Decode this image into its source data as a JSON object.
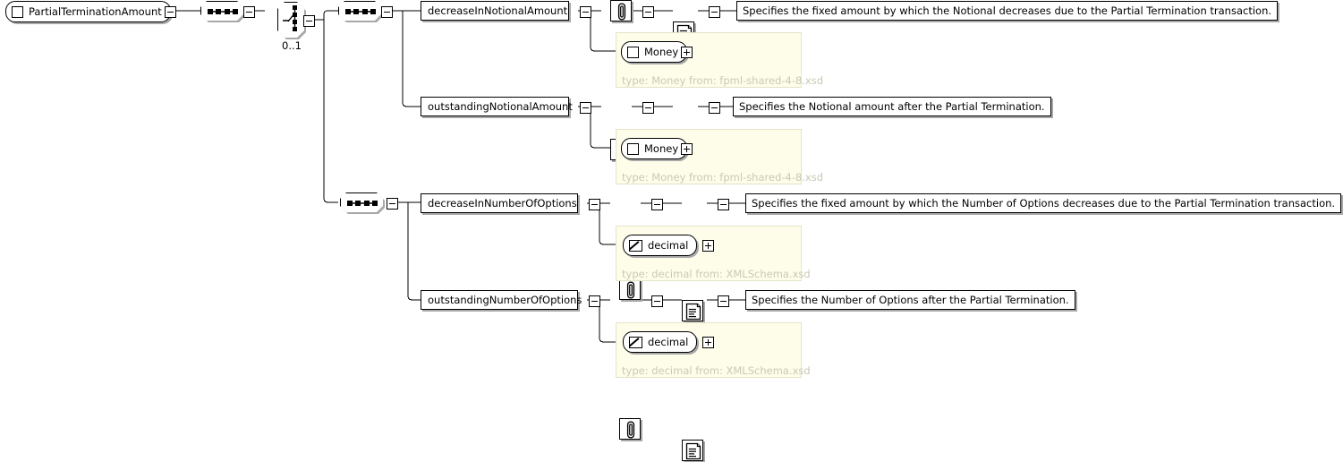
{
  "diagram": {
    "kind": "xsd-schema-tree",
    "root": {
      "name": "PartialTerminationAmount",
      "glyph": "element-square-icon",
      "toggle": "collapse-minus"
    },
    "compositors": [
      {
        "id": "seq-root",
        "type": "sequence",
        "label": "sequence-node"
      },
      {
        "id": "choice",
        "type": "choice",
        "label": "choice-node",
        "occurrence": "0..1"
      },
      {
        "id": "seq-upper",
        "type": "sequence",
        "label": "sequence-node"
      },
      {
        "id": "seq-lower",
        "type": "sequence",
        "label": "sequence-node"
      }
    ],
    "rows": [
      {
        "element": "decreaseInNotionalAmount",
        "annotation_icon": "paperclip-icon",
        "documentation_icon": "documentation-scroll-icon",
        "documentation": "Specifies the fixed amount by which the Notional decreases due to the Partial Termination transaction.",
        "type_name": "Money",
        "type_glyph": "complex-type-square-icon",
        "type_caption": "type: Money from: fpml-shared-4-8.xsd"
      },
      {
        "element": "outstandingNotionalAmount",
        "annotation_icon": "paperclip-icon",
        "documentation_icon": "documentation-scroll-icon",
        "documentation": "Specifies the Notional amount after the Partial Termination.",
        "type_name": "Money",
        "type_glyph": "complex-type-square-icon",
        "type_caption": "type: Money from: fpml-shared-4-8.xsd"
      },
      {
        "element": "decreaseInNumberOfOptions",
        "annotation_icon": "paperclip-icon",
        "documentation_icon": "documentation-scroll-icon",
        "documentation": "Specifies the fixed amount by which the Number of Options decreases due to the Partial Termination transaction.",
        "type_name": "decimal",
        "type_glyph": "simple-type-slash-icon",
        "type_caption": "type: decimal from: XMLSchema.xsd"
      },
      {
        "element": "outstandingNumberOfOptions",
        "annotation_icon": "paperclip-icon",
        "documentation_icon": "documentation-scroll-icon",
        "documentation": "Specifies the Number of Options after the Partial Termination.",
        "type_name": "decimal",
        "type_glyph": "simple-type-slash-icon",
        "type_caption": "type: decimal from: XMLSchema.xsd"
      }
    ],
    "colors": {
      "background": "#ffffff",
      "line": "#000000",
      "shadow": "#a8a8a8",
      "type_panel_fill": "#fdfdea",
      "type_panel_border": "#e4e4c8",
      "type_caption_text": "#c9c9b4"
    }
  }
}
